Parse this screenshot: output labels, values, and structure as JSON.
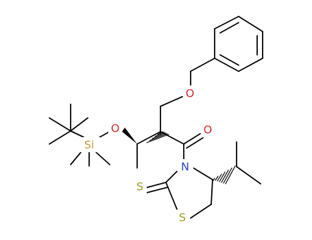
{
  "atoms": {
    "oxygen_ether": "O",
    "oxygen_silyl": "O",
    "oxygen_carbonyl": "O",
    "silicon": "Si",
    "nitrogen": "N",
    "sulfur_thione": "S",
    "sulfur_ring": "S"
  },
  "colors": {
    "oxygen": "#d22d2d",
    "silicon": "#c89a3c",
    "nitrogen": "#2b3fd0",
    "sulfur": "#9a9a1e",
    "bond": "#000000",
    "background": "#ffffff"
  }
}
